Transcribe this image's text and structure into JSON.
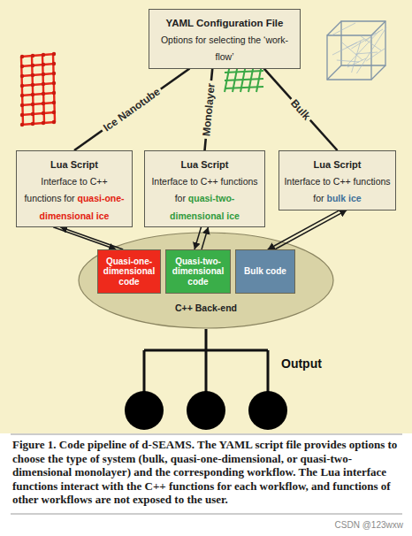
{
  "diagram": {
    "caption": "Figure 1. Code pipeline of d-SEAMS. The YAML script file provides options to choose the type of system (bulk, quasi-one-dimensional, or quasi-two-dimensional monolayer) and the corresponding workflow. The Lua interface functions interact with the C++ functions for each workflow, and functions of other workflows are not exposed to the user.",
    "nodes": [
      {
        "text": [
          "YAML Configuration File",
          "Options for selecting the ‘work-flow’"
        ]
      },
      {
        "text": [
          "Lua Script",
          "Interface to C++ functions for",
          "quasi-one-dimensional ice"
        ]
      },
      {
        "text": [
          "Lua Script",
          "Interface to C++ functions for",
          "quasi-two-dimensional ice"
        ]
      },
      {
        "text": [
          "Lua Script",
          "Interface to C++ functions for",
          "bulk ice"
        ]
      },
      {
        "text": [
          "C++ Back-end"
        ]
      },
      {
        "text": [
          "Quasi-one-dimensional code"
        ],
        "in": 4
      },
      {
        "text": [
          "Quasi-two-dimensional code"
        ],
        "in": 4
      },
      {
        "text": [
          "Bulk code"
        ],
        "in": 4
      }
    ],
    "edges": [
      {
        "from": 0,
        "to": 1,
        "arrow": "none",
        "label": "Ice Nanotube"
      },
      {
        "from": 0,
        "to": 2,
        "arrow": "none",
        "label": "Monolayer"
      },
      {
        "from": 0,
        "to": 3,
        "arrow": "none",
        "label": "Bulk"
      },
      {
        "from": 1,
        "to": 5,
        "arrow": "to"
      },
      {
        "from": 5,
        "to": 1,
        "arrow": "to"
      },
      {
        "from": 2,
        "to": 6,
        "arrow": "to"
      },
      {
        "from": 6,
        "to": 2,
        "arrow": "to"
      },
      {
        "from": 3,
        "to": 7,
        "arrow": "to"
      },
      {
        "from": 7,
        "to": 3,
        "arrow": "to"
      }
    ],
    "labels": [
      "Output",
      "CSDN @123wxw"
    ]
  }
}
